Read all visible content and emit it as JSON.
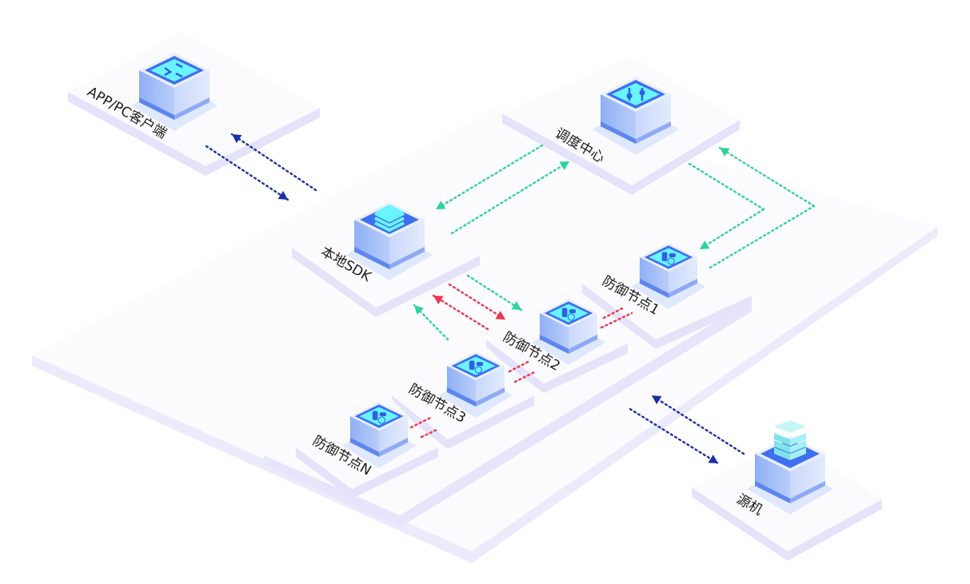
{
  "title": "",
  "colors": {
    "blue_line": "#1b2fa8",
    "green_line": "#2fd39a",
    "red_line": "#f0344d",
    "platform_top": "#fbfbfe",
    "platform_side": "#e6e5fb",
    "cube_top": "#3e6ff0",
    "cube_icon": "#6af4ff"
  },
  "nodes": {
    "client": {
      "label": "APP/PC客户端",
      "icon": "terminal-icon"
    },
    "scheduler": {
      "label": "调度中心",
      "icon": "switch-sliders-icon"
    },
    "sdk": {
      "label": "本地SDK",
      "icon": "stack-layers-icon"
    },
    "defense1": {
      "label": "防御节点1",
      "icon": "server-panel-icon"
    },
    "defense2": {
      "label": "防御节点2",
      "icon": "server-panel-icon"
    },
    "defense3": {
      "label": "防御节点3",
      "icon": "server-panel-icon"
    },
    "defenseN": {
      "label": "防御节点N",
      "icon": "server-panel-icon"
    },
    "origin": {
      "label": "源机",
      "icon": "server-rack-icon"
    }
  },
  "connections": [
    {
      "from": "client",
      "to": "sdk",
      "color": "blue",
      "style": "dotted",
      "bidirectional": true
    },
    {
      "from": "sdk",
      "to": "scheduler",
      "color": "green",
      "style": "dotted",
      "bidirectional": true
    },
    {
      "from": "scheduler",
      "to": "defense1",
      "color": "green",
      "style": "dotted",
      "bidirectional": true
    },
    {
      "from": "sdk",
      "to": "defense2",
      "color": "green",
      "style": "dotted",
      "direction": "to"
    },
    {
      "from": "sdk",
      "to": "defense2",
      "color": "red",
      "style": "dotted",
      "bidirectional": true
    },
    {
      "from": "defense3",
      "to": "sdk",
      "color": "green",
      "style": "dotted",
      "direction": "to"
    },
    {
      "from": "defense1",
      "to": "defense2",
      "color": "red",
      "style": "dotted"
    },
    {
      "from": "defense2",
      "to": "defense3",
      "color": "red",
      "style": "dotted"
    },
    {
      "from": "defense3",
      "to": "defenseN",
      "color": "red",
      "style": "dotted"
    },
    {
      "from": "defense-group",
      "to": "origin",
      "color": "blue",
      "style": "dotted",
      "bidirectional": true
    }
  ]
}
